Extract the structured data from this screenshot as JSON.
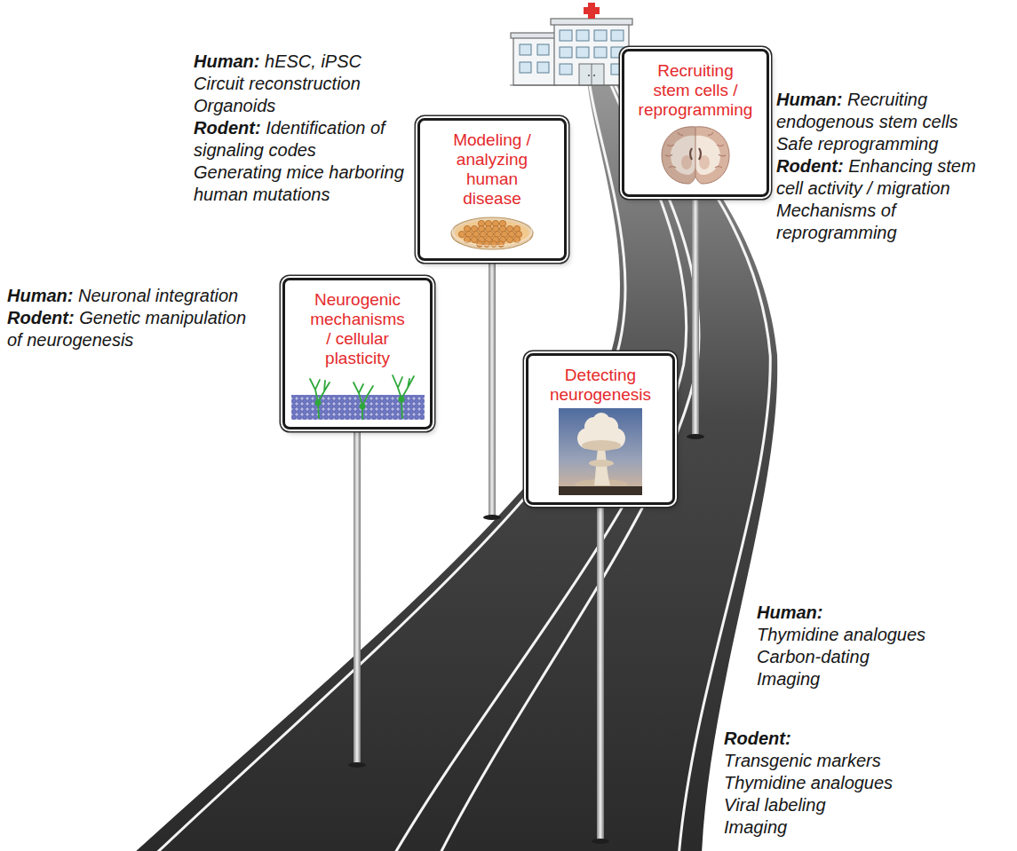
{
  "diagram": {
    "nodes": [
      {
        "text": [
          "Recruiting stem cells / reprogramming"
        ]
      },
      {
        "text": [
          "Modeling / analyzing human disease"
        ]
      },
      {
        "text": [
          "Neurogenic mechanisms / cellular plasticity"
        ]
      },
      {
        "text": [
          "Detecting neurogenesis"
        ]
      }
    ],
    "labels": [
      "Human:",
      "hESC, iPSC",
      "Circuit reconstruction",
      "Organoids",
      "Rodent:",
      "Identification of signaling codes",
      "Generating mice harboring human mutations",
      "Human:",
      "Recruiting endogenous stem cells",
      "Safe reprogramming",
      "Rodent:",
      "Enhancing stem cell activity / migration",
      "Mechanisms of reprogramming",
      "Human:",
      "Neuronal integration",
      "Rodent:",
      "Genetic manipulation of neurogenesis",
      "Human:",
      "Thymidine analogues",
      "Carbon-dating",
      "Imaging",
      "Rodent:",
      "Transgenic markers",
      "Thymidine analogues",
      "Viral labeling",
      "Imaging"
    ]
  }
}
